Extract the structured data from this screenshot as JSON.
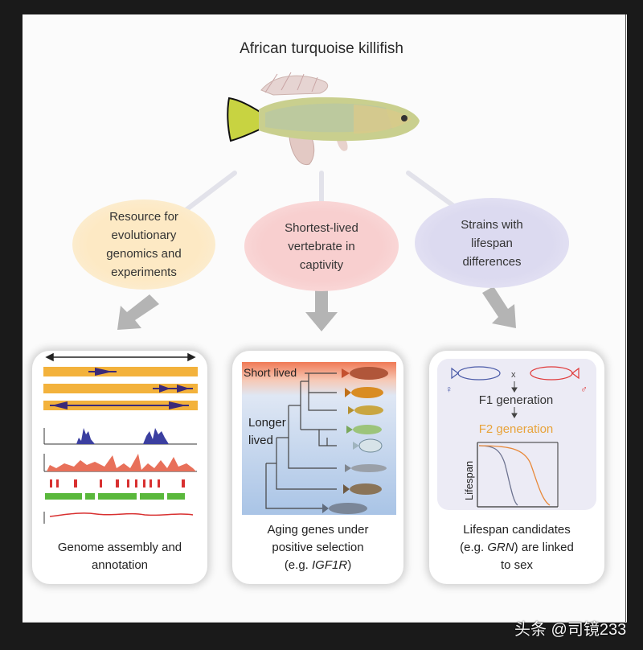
{
  "title": "African turquoise killifish",
  "bubbles": {
    "left": "Resource for evolutionary genomics and experiments",
    "center": "Shortest-lived vertebrate in captivity",
    "right": "Strains with lifespan differences"
  },
  "panels": {
    "genome": {
      "caption_line1": "Genome assembly and",
      "caption_line2": "annotation"
    },
    "tree": {
      "short_label": "Short lived",
      "longer_line1": "Longer",
      "longer_line2": "lived",
      "caption_line1": "Aging genes under",
      "caption_line2": "positive selection",
      "caption_pre": "(e.g. ",
      "caption_gene": "IGF1R",
      "caption_post": ")"
    },
    "strains": {
      "f1": "F1 generation",
      "f2": "F2 generation",
      "axis_label": "Lifespan",
      "caption_line1": "Lifespan candidates",
      "caption_pre": "(e.g. ",
      "caption_gene": "GRN",
      "caption_post": ") are linked",
      "caption_line3": "to sex"
    }
  },
  "watermark": "头条 @司镜233",
  "colors": {
    "arrow": "#b4b4b4",
    "gene_bar": "#f3b23c",
    "gene_dark": "#3c2a78",
    "f2_text": "#e8a33a",
    "female_red": "#e03a3a",
    "male_blue": "#4a5aa8"
  }
}
